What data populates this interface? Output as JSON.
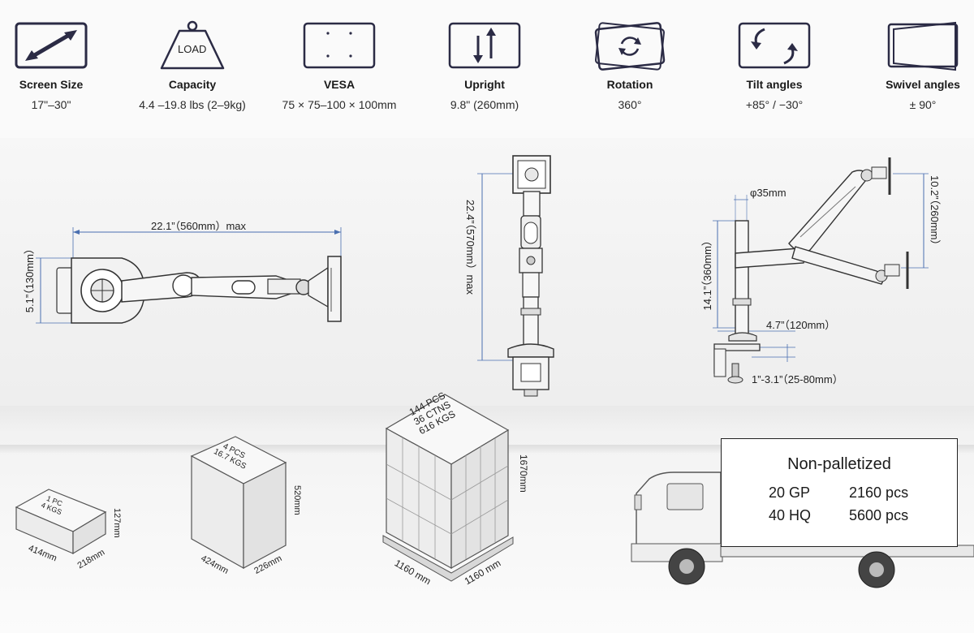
{
  "specs": [
    {
      "name": "Screen Size",
      "value": "17\"–30\"",
      "icon": "diagonal-arrow-icon"
    },
    {
      "name": "Capacity",
      "value": "4.4 –19.8 lbs (2–9kg)",
      "icon": "load-weight-icon",
      "icon_text": "LOAD"
    },
    {
      "name": "VESA",
      "value": "75 × 75–100 × 100mm",
      "icon": "vesa-plate-icon"
    },
    {
      "name": "Upright",
      "value": "9.8\" (260mm)",
      "icon": "updown-arrows-icon"
    },
    {
      "name": "Rotation",
      "value": "360°",
      "icon": "rotation-icon"
    },
    {
      "name": "Tilt angles",
      "value": "+85°   /  −30°",
      "icon": "tilt-icon"
    },
    {
      "name": "Swivel angles",
      "value": "± 90°",
      "icon": "swivel-icon"
    }
  ],
  "top_view": {
    "width_label": "22.1”（560mm）max",
    "height_label": "5.1”（130mm）"
  },
  "front_view": {
    "height_label": "22.4”（570mm）max"
  },
  "side_view": {
    "pole_label": "φ35mm",
    "height_label": "14.1”（360mm）",
    "upright_label": "10.2”（260mm）",
    "reach_label": "4.7”（120mm）",
    "clamp_label": "1”-3.1”（25-80mm）"
  },
  "packages": [
    {
      "label_line1": "1 PC",
      "label_line2": "4 KGS",
      "length": "414mm",
      "width": "218mm",
      "height": "127mm"
    },
    {
      "label_line1": "4 PCS",
      "label_line2": "16.7 KGS",
      "length": "424mm",
      "width": "226mm",
      "height": "520mm"
    },
    {
      "label_line1": "144 PCS",
      "label_line2": "36 CTNS",
      "label_line3": "616 KGS",
      "length": "1160 mm",
      "width": "1160 mm",
      "height": "1670mm"
    }
  ],
  "shipping": {
    "title": "Non-palletized",
    "rows": [
      {
        "container": "20 GP",
        "quantity": "2160 pcs"
      },
      {
        "container": "40 HQ",
        "quantity": "5600 pcs"
      }
    ]
  },
  "colors": {
    "icon_stroke": "#2b2b45",
    "dimension_line": "#4a6fb0",
    "text": "#1a1a1a"
  }
}
